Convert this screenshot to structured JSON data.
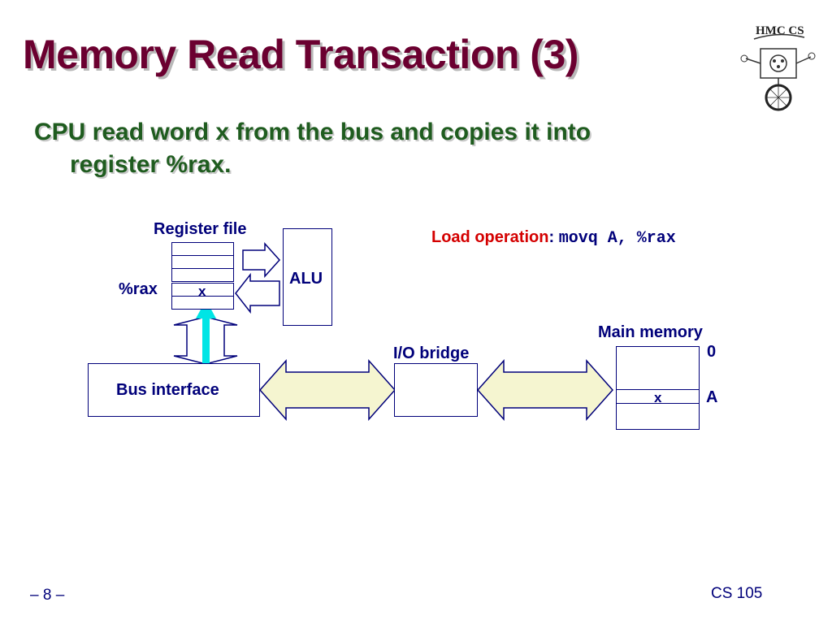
{
  "slide": {
    "title": "Memory Read Transaction (3)",
    "bullet_line1": "CPU read word x from the bus and copies it into",
    "bullet_line2": "register %rax.",
    "page_number": "– 8 –",
    "course": "CS 105",
    "logo_text": "HMC CS"
  },
  "diagram": {
    "register_file_label": "Register file",
    "rax_label": "%rax",
    "rax_value": "x",
    "alu_label": "ALU",
    "load_operation_label": "Load operation",
    "load_operation_colon": ":",
    "load_operation_code": "movq A, %rax",
    "bus_interface_label": "Bus interface",
    "io_bridge_label": "I/O bridge",
    "main_memory_label": "Main memory",
    "address_zero": "0",
    "address_a": "A",
    "memory_value": "x"
  },
  "colors": {
    "title": "#6b0030",
    "bullet": "#1f5c1f",
    "diagram": "#00007a",
    "load_label": "#d40000",
    "arrow_fill": "#f5f5d0",
    "highlight_arrow": "#00e5e5"
  }
}
